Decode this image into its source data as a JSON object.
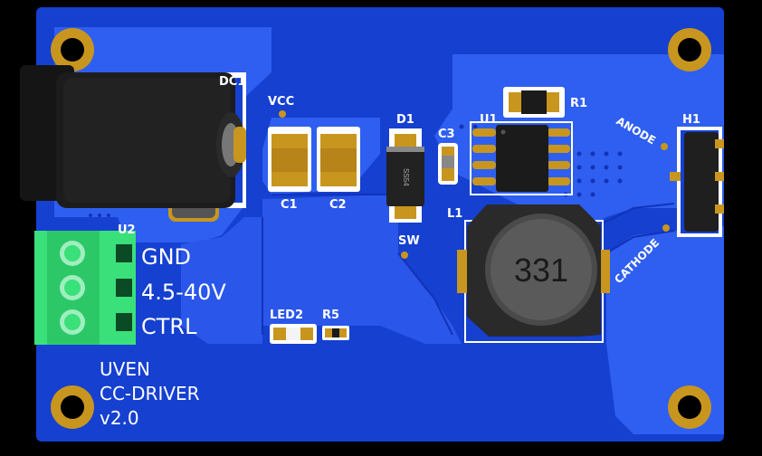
{
  "board": {
    "colors": {
      "background": "#000000",
      "solder_mask": "#1540d0",
      "copper_under_mask": "#2f5ff0",
      "silkscreen": "#ffffff",
      "gold_pad": "#c8961e",
      "terminal_green": "#3ae07a"
    },
    "labels": {
      "dc1": "DC1",
      "vcc": "VCC",
      "d1": "D1",
      "c3": "C3",
      "u1": "U1",
      "r1": "R1",
      "anode": "ANODE",
      "h1": "H1",
      "c1": "C1",
      "c2": "C2",
      "l1": "L1",
      "u2": "U2",
      "sw": "SW",
      "cathode": "CATHODE",
      "gnd": "GND",
      "voltage": "4.5-40V",
      "ctrl": "CTRL",
      "led2": "LED2",
      "r5": "R5",
      "inductor_marking": "331",
      "diode_marking": "SS54",
      "title_line1": "UVEN",
      "title_line2": "CC-DRIVER",
      "title_line3": "v2.0"
    },
    "icons": {
      "mounting_hole": "mounting-hole-icon",
      "dc_jack": "dc-jack-icon",
      "screw_terminal": "screw-terminal-icon",
      "inductor": "inductor-icon",
      "ic": "ic-chip-icon"
    }
  }
}
